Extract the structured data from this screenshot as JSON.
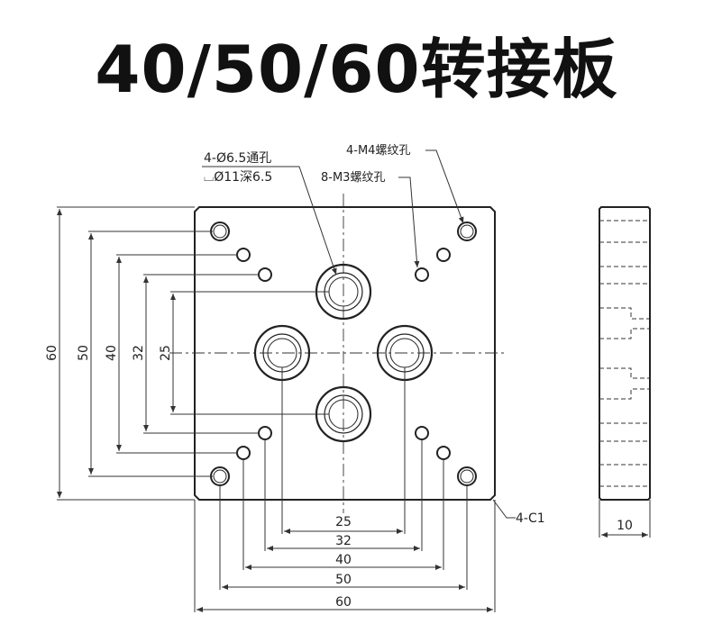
{
  "title": "40/50/60转接板",
  "callouts": {
    "through_hole": "4-Ø6.5通孔",
    "counterbore": "⌴Ø11深6.5",
    "m4_holes": "4-M4螺纹孔",
    "m3_holes": "8-M3螺纹孔",
    "chamfer": "4-C1"
  },
  "horizontal_dimensions": [
    "25",
    "32",
    "40",
    "50",
    "60"
  ],
  "vertical_dimensions": [
    "60",
    "50",
    "40",
    "32",
    "25"
  ],
  "side_view_thickness": "10"
}
